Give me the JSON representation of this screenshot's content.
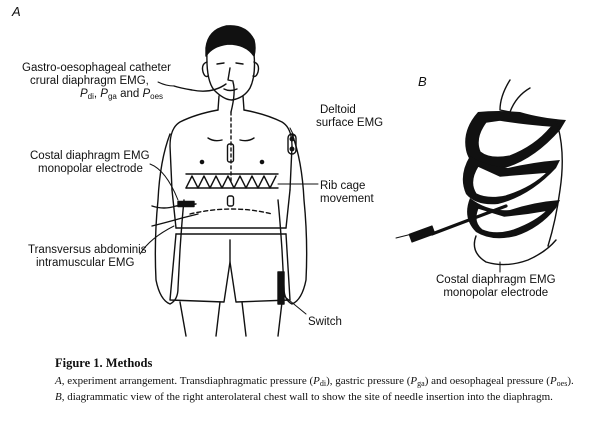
{
  "panels": {
    "a": "A",
    "b": "B"
  },
  "labels": {
    "catheter_line1": "Gastro-oesophageal catheter",
    "catheter_line2": "crural diaphragm EMG,",
    "catheter_line3_p1": "P",
    "catheter_line3_s1": "di",
    "catheter_line3_sep1": ", ",
    "catheter_line3_p2": "P",
    "catheter_line3_s2": "ga",
    "catheter_line3_sep2": " and ",
    "catheter_line3_p3": "P",
    "catheter_line3_s3": "oes",
    "deltoid_line1": "Deltoid",
    "deltoid_line2": "surface EMG",
    "costal_line1": "Costal diaphragm EMG",
    "costal_line2": "monopolar electrode",
    "rib_line1": "Rib cage",
    "rib_line2": "movement",
    "transversus_line1": "Transversus abdominis",
    "transversus_line2": "intramuscular EMG",
    "switch": "Switch",
    "b_costal_line1": "Costal diaphragm EMG",
    "b_costal_line2": "monopolar electrode"
  },
  "caption": {
    "title": "Figure 1. Methods",
    "a_letter": "A",
    "t1": ", experiment arrangement. Transdiaphragmatic pressure (",
    "p": "P",
    "di": "di",
    "t2": "), gastric pressure (",
    "ga": "ga",
    "t3": ") and oesophageal pressure (",
    "oes": "oes",
    "t4": "). ",
    "b_letter": "B",
    "t5": ", diagrammatic view of the right anterolateral chest wall to show the site of needle insertion into the diaphragm."
  }
}
